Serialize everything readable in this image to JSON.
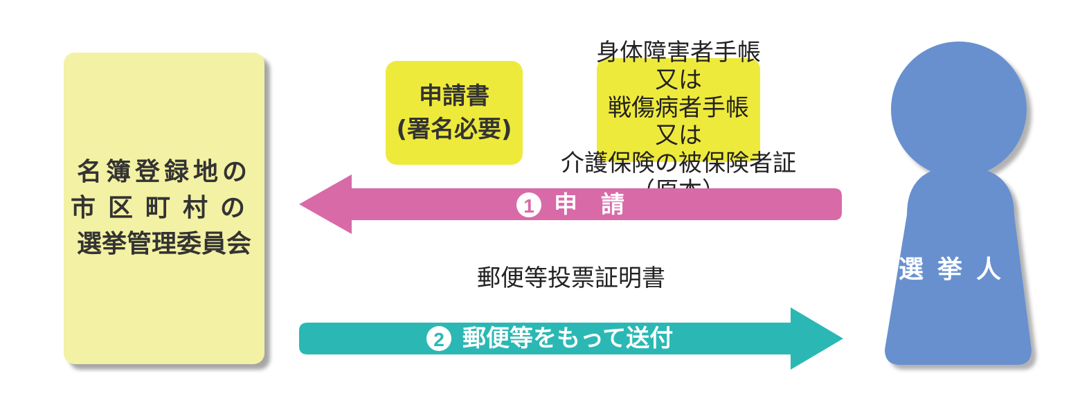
{
  "committee": {
    "lines": [
      "名簿登録地の",
      "市区町村の",
      "選挙管理委員会"
    ]
  },
  "application_form": {
    "line1": "申請書",
    "line2": "(署名必要)"
  },
  "documents": {
    "lines": [
      "身体障害者手帳",
      "又は",
      "戦傷病者手帳",
      "又は",
      "介護保険の被保険者証",
      "（原本）"
    ]
  },
  "arrow_apply": {
    "number": "1",
    "label": "申　請",
    "color": "#d86aa8"
  },
  "certificate_label": "郵便等投票証明書",
  "arrow_send": {
    "number": "2",
    "label": "郵便等をもって送付",
    "color": "#2bb8b4"
  },
  "voter": {
    "label": "選挙人",
    "color": "#6790cf"
  },
  "colors": {
    "committee_fill": "#f3f1a3",
    "highlight_fill": "#eeea3c"
  }
}
